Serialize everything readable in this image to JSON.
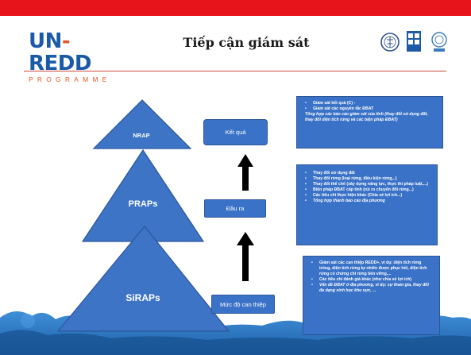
{
  "header": {
    "logo": {
      "main_un": "UN",
      "main_dash": "-",
      "main_redd": "REDD",
      "sub": "PROGRAMME"
    },
    "title": "Tiếp cận giám sát",
    "partner_logos": [
      "fao-logo-icon",
      "undp-logo-icon",
      "unep-logo-icon"
    ]
  },
  "colors": {
    "top_bar": "#e8141b",
    "logo_blue": "#1a5aa7",
    "logo_orange": "#e05a2b",
    "box_blue": "#3a72c7",
    "triangle_blue": "#3d74c6"
  },
  "pyramid": {
    "levels": [
      {
        "label": "NRAP",
        "box": "Kết quả"
      },
      {
        "label": "PRAPs",
        "box": "Đầu ra"
      },
      {
        "label": "SiRAPs",
        "box": "Mức độ can thiệp"
      }
    ]
  },
  "info_boxes": [
    {
      "items": [
        {
          "text": "Giám sát kết quả (C)  -",
          "bullet": true,
          "italic": false
        },
        {
          "text": "Giám sát các nguyên tắc ĐBAT",
          "bullet": true,
          "italic": false
        },
        {
          "text": "Tổng hợp các báo cáo giám sát của tỉnh (thay đổi sử dụng đất, thay đổi diện tích rừng và các biện pháp ĐBAT)",
          "bullet": false,
          "italic": true
        }
      ]
    },
    {
      "items": [
        {
          "text": "Thay đổi sử dụng đất",
          "bullet": true,
          "italic": false
        },
        {
          "text": "Thay đổi rừng (loại rừng, điều kiện rừng,..)",
          "bullet": true,
          "italic": false
        },
        {
          "text": "Thay đổi thể chế (xây dựng năng lực, thực thi pháp luật,...)",
          "bullet": true,
          "italic": false
        },
        {
          "text": "Biện pháp ĐBAT cấp tỉnh (rủi ro chuyển đổi rừng...)",
          "bullet": true,
          "italic": false
        },
        {
          "text": "Các tiêu chí thực hiện khác (Chia sẻ lợi ích...)",
          "bullet": true,
          "italic": false
        },
        {
          "text": "Tổng hợp thành báo cáo địa phương",
          "bullet": true,
          "italic": true
        }
      ]
    },
    {
      "items": [
        {
          "text": "Giám sát các can thiệp REDD+, ví dụ: diện tích rừng trồng, diện tích rừng tự nhiên được phục hồi, diện tích rừng có chứng chỉ rừng bền vững,...",
          "bullet": true,
          "italic": false
        },
        {
          "text": "Các tiêu chí đánh giá khác (như chia sẻ lợi ích)",
          "bullet": true,
          "italic": false
        },
        {
          "text": "Vấn đề ĐBAT ở địa phương, ví dụ: sự tham gia, thay đổi đa dạng sinh học khu vực, ...",
          "bullet": true,
          "italic": true
        }
      ]
    }
  ]
}
